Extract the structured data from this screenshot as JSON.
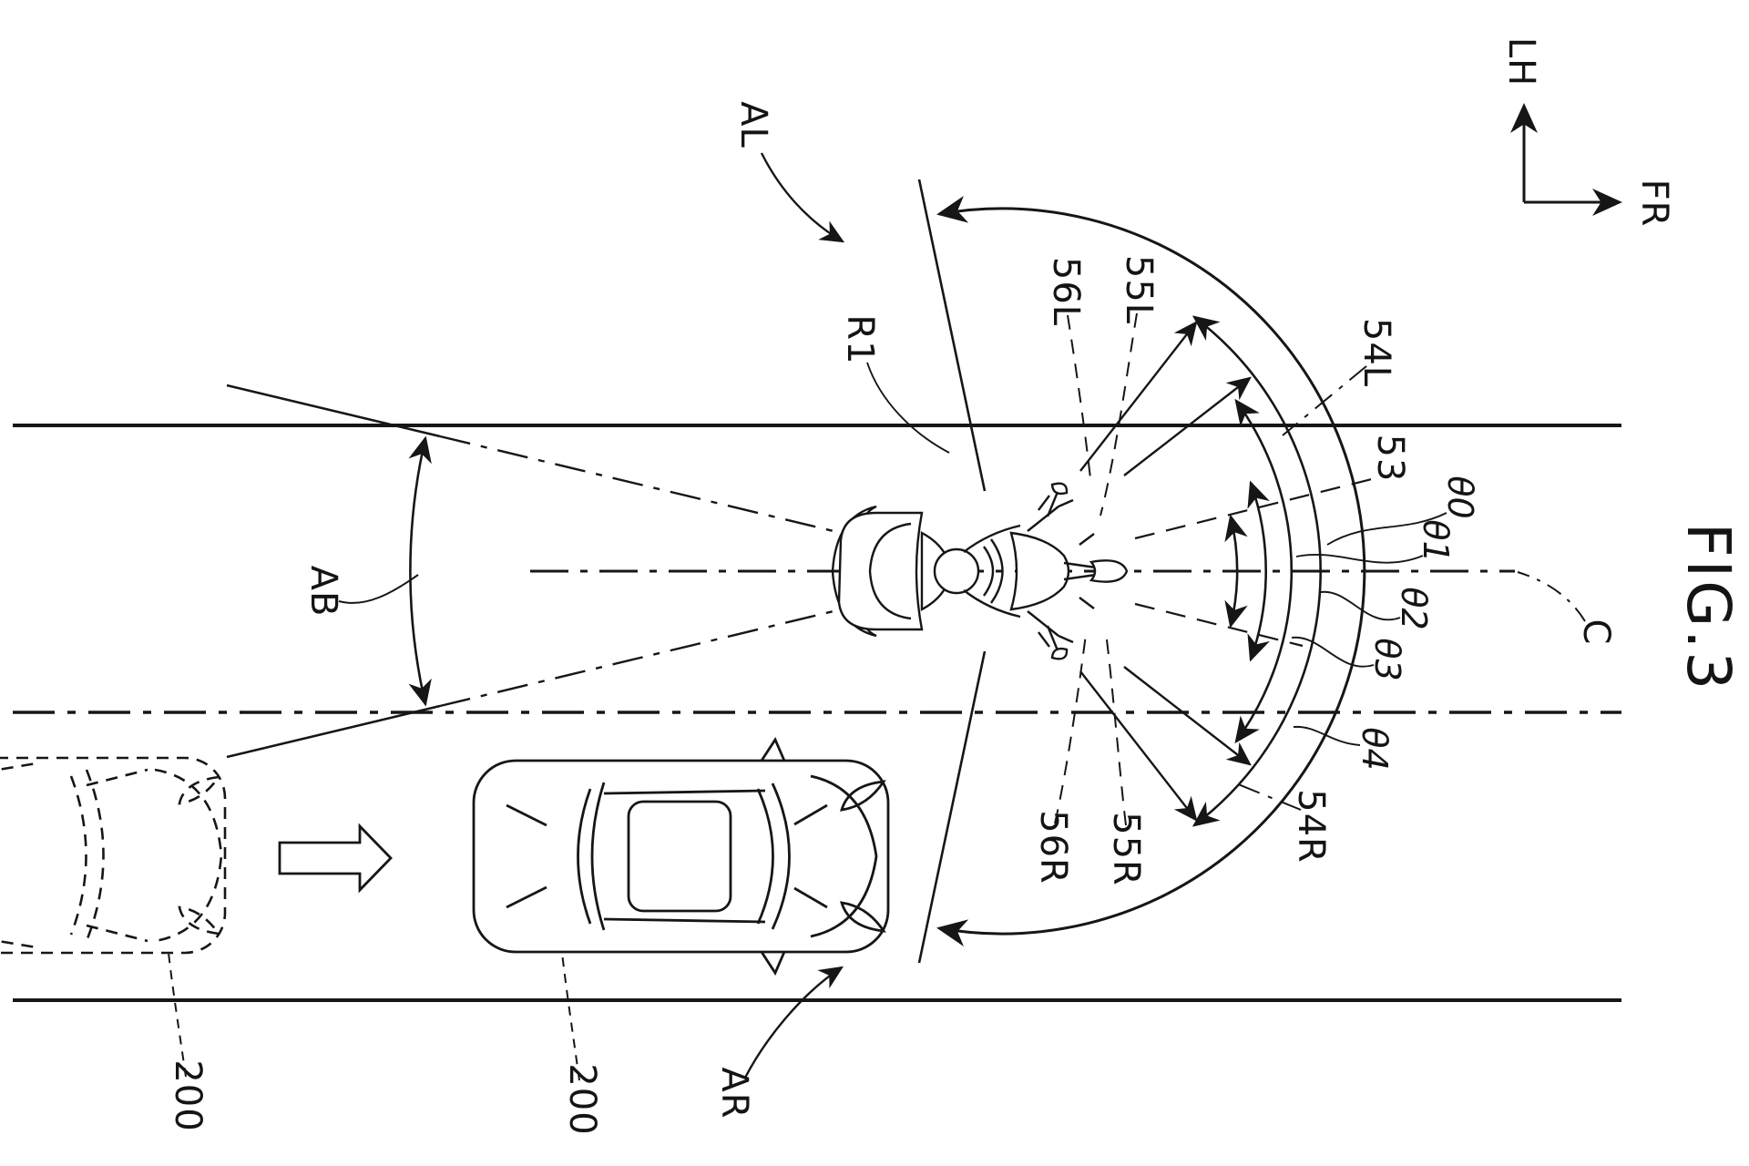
{
  "figure": {
    "title": "FIG.3",
    "type": "patent-drawing",
    "description": "Top view of motorcycle with forward sensor detection fan, angle annotations and adjacent-lane vehicles"
  },
  "axis": {
    "up": "LH",
    "right": "FR"
  },
  "labels": {
    "area_left": "AL",
    "radius1": "R1",
    "sensor_56L": "56L",
    "sensor_55L": "55L",
    "sensor_54L": "54L",
    "beam_53": "53",
    "theta0": "θ0",
    "theta1": "θ1",
    "theta2": "θ2",
    "theta3": "θ3",
    "theta4": "θ4",
    "sensor_54R": "54R",
    "sensor_55R": "55R",
    "sensor_56R": "56R",
    "centerline": "C",
    "angle_behind": "AB",
    "area_right": "AR",
    "car": "200"
  }
}
